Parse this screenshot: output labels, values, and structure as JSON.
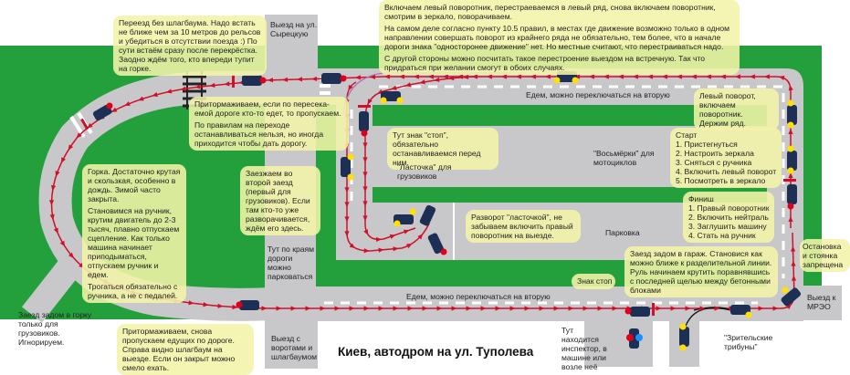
{
  "title": "Киев, автодром на ул. Туполева",
  "colors": {
    "grass": "#23a03c",
    "road": "#c8c8ca",
    "route": "#d0102a",
    "car": "#1e2f55",
    "note": "#f3f4a8"
  },
  "notes": {
    "railway_crossing": [
      "Переезд без шлагбаума. Надо встать не ближе чем за 10 метров до рельсов и убедиться в отсутствии поезда :) По сути встаём сразу после перекрёстка. Заодно ждём того, кто впереди тупит на горке."
    ],
    "lane_change": [
      "Включаем левый поворотник, перестраеваемся в левый ряд, снова включаем поворотник, смотрим в зеркало, поворачиваем.",
      "На самом деле согласно пункту 10.5 правил, в местах где движение возможно только в одном направлении совершать поворот из крайнего ряда не обязательно, тем более, что в начале дороги знака \"односторонее движение\" нет. Но местные считают, что перестраиваться надо.",
      "С другой стороны можно посчитать такое перестроение выездом на встречную. Так что придраться при желании смогут в обоих случаях."
    ],
    "crosswalk": [
      "Притормаживаем, если по пересека-емой дороге кто-то едет, то пропускаем.",
      "По правилам на переходе останавливаться нельзя, но иногда приходится чтобы дать дорогу."
    ],
    "hill": [
      "Горка. Достаточно крутая и скользкая, особенно в дождь. Зимой часто закрыта.",
      "Становимся на ручник, крутим двигатель до 2-3 тысяч, плавно отпускаем сцепление. Как только машина начинает приподыматься, отпускаем ручник и едем.",
      "Трогаться обязательно с ручника, а не с педалей."
    ],
    "second_entry": [
      "Заезжаем во второй заезд (первый для грузовиков). Если там кто-то уже разворачивается, ждём его здесь."
    ],
    "exit_slow": [
      "Притормаживаем, снова пропускаем едущих по дороге. Справа видно шлагбаум на выезде. Если он закрыт можно смело ехать."
    ],
    "stop_sign_inner": [
      "Тут знак \"стоп\", обязательно останавливаемся перед ним."
    ],
    "left_turn": [
      "Левый поворот, включаем поворотник. Держим ряд."
    ],
    "u_turn": [
      "Разворот \"ласточкой\", не забываем включить правый поворотник на выезде."
    ],
    "garage": [
      "Заезд задом в гараж. Становися как можно ближе к разделительной линии. Руль начинаем крутить поравнявшись с последней щелью между бетонными блоками"
    ],
    "no_stopping": [
      "Остановка и стоянка запрещена"
    ],
    "stop_sign": [
      "Знак стоп"
    ]
  },
  "start": {
    "heading": "Старт",
    "steps": [
      "1. Пристегнуться",
      "2. Настроить зеркала",
      "3. Сняться с ручника",
      "4. Включить левый поворот",
      "5. Посмотреть в зеркало"
    ]
  },
  "finish": {
    "heading": "Финиш",
    "steps": [
      "1. Правый поворотник",
      "2. Включить нейтраль",
      "3. Заглушить машину",
      "4. Стать на ручник"
    ]
  },
  "labels": {
    "exit_syretska": "Выезд на ул. Сырецкую",
    "roadside_parking": "Тут по краям дороги можно парковаться",
    "reverse_hill": "Заезд задом в горку только для грузовиков. Игнорируем.",
    "exit_gate": "Выезд с воротами и шлагбаумом",
    "lastochka": "\"Ласточка\" для грузовиков",
    "vosmerki": "\"Восьмёрки\" для мотоциклов",
    "parking": "Парковка",
    "drive_top": "Едем, можно переключаться на вторую",
    "drive_bottom": "Едем, можно переключаться на вторую",
    "exit_mreo": "Выезд к МРЭО",
    "inspector": "Тут находится инспектор, в машине или возле неё",
    "stands": "\"Зрительские трибуны\""
  }
}
